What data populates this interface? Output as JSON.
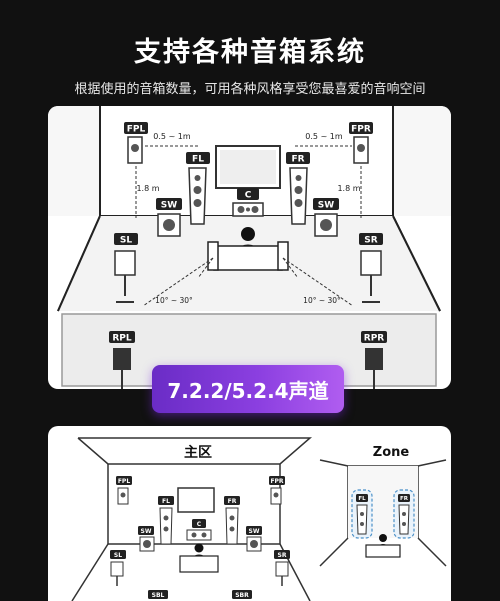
{
  "header": {
    "title": "支持各种音箱系统",
    "subtitle": "根据使用的音箱数量，可用各种风格享受您最喜爱的音响空间"
  },
  "panel1": {
    "speakers": {
      "fpl": "FPL",
      "fpr": "FPR",
      "fl": "FL",
      "fr": "FR",
      "c": "C",
      "sw_left": "SW",
      "sw_right": "SW",
      "sl": "SL",
      "sr": "SR",
      "rpl": "RPL",
      "rpr": "RPR"
    },
    "dims": {
      "front_gap_left": "0.5 ~ 1m",
      "front_gap_right": "0.5 ~ 1m",
      "height_left": "1.8 m",
      "height_right": "1.8 m",
      "angle_left": "10° ~ 30°",
      "angle_right": "10° ~ 30°"
    }
  },
  "badge": {
    "label": "7.2.2/5.2.4声道"
  },
  "panel2": {
    "main_label": "主区",
    "zone_label": "Zone",
    "speakers": {
      "fpl": "FPL",
      "fpr": "FPR",
      "fl": "FL",
      "fr": "FR",
      "c": "C",
      "sw_left": "SW",
      "sw_right": "SW",
      "sl": "SL",
      "sr": "SR",
      "sbl": "SBL",
      "sbr": "SBR",
      "zone_fl": "FL",
      "zone_fr": "FR"
    }
  }
}
